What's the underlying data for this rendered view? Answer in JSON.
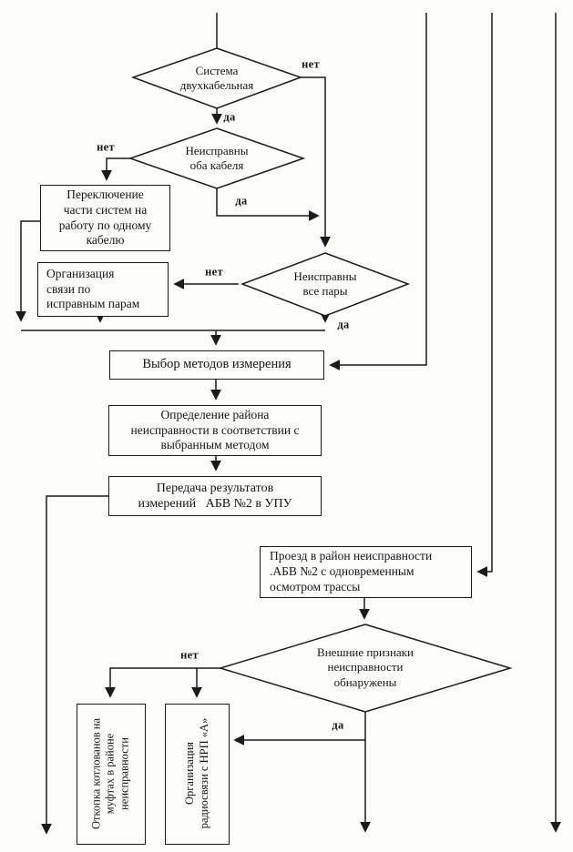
{
  "labels": {
    "yes": "да",
    "no": "нет"
  },
  "nodes": {
    "system_two_cable": {
      "type": "decision",
      "text": "Система\nдвухкабельная"
    },
    "both_cables_faulty": {
      "type": "decision",
      "text": "Неисправны\nоба кабеля"
    },
    "switch_systems": {
      "type": "process",
      "text": "Переключение\nчасти систем на\nработу по одному\nкабелю"
    },
    "organize_comm": {
      "type": "process",
      "text": "Организация\nсвязи по\nисправным парам"
    },
    "all_pairs_faulty": {
      "type": "decision",
      "text": "Неисправны\nвсе пары"
    },
    "choose_method": {
      "type": "process",
      "text": "Выбор методов измерения"
    },
    "locate_area": {
      "type": "process",
      "text": "Определение района\nнеисправности в соответствии с\nвыбранным методом"
    },
    "send_results": {
      "type": "process",
      "text": "Передача результатов\nизмерений   АБВ №2 в УПУ"
    },
    "travel_area": {
      "type": "process",
      "text": "Проезд в район неисправности\n.АБВ №2 с одновременным\nосмотром трассы"
    },
    "external_signs": {
      "type": "decision",
      "text": "Внешние признаки\nнеисправности\nобнаружены"
    },
    "dig_pits": {
      "type": "process",
      "text": "Откопка котлованов на\nмуфтах в районе\nнеисправности"
    },
    "radio_comm": {
      "type": "process",
      "text": "Организация\nрадиосвязи с НРП «А»"
    }
  },
  "edges": [
    {
      "from": "top-entry-1",
      "to": "system_two_cable",
      "label": ""
    },
    {
      "from": "system_two_cable",
      "to": "both_cables_faulty",
      "label": "да"
    },
    {
      "from": "system_two_cable",
      "to": "all_pairs_faulty",
      "label": "нет"
    },
    {
      "from": "both_cables_faulty",
      "to": "switch_systems",
      "label": "нет"
    },
    {
      "from": "both_cables_faulty",
      "to": "all_pairs_faulty",
      "label": "да"
    },
    {
      "from": "all_pairs_faulty",
      "to": "organize_comm",
      "label": "нет"
    },
    {
      "from": "all_pairs_faulty",
      "to": "choose_method",
      "label": "да"
    },
    {
      "from": "switch_systems",
      "to": "choose_method",
      "label": ""
    },
    {
      "from": "organize_comm",
      "to": "choose_method",
      "label": ""
    },
    {
      "from": "top-entry-2",
      "to": "choose_method",
      "label": ""
    },
    {
      "from": "choose_method",
      "to": "locate_area",
      "label": ""
    },
    {
      "from": "locate_area",
      "to": "send_results",
      "label": ""
    },
    {
      "from": "send_results",
      "to": "bottom-left-exit",
      "label": ""
    },
    {
      "from": "top-entry-3",
      "to": "travel_area",
      "label": ""
    },
    {
      "from": "travel_area",
      "to": "external_signs",
      "label": ""
    },
    {
      "from": "external_signs",
      "to": "dig_pits",
      "label": "нет"
    },
    {
      "from": "external_signs",
      "to": "radio_comm",
      "label": "нет"
    },
    {
      "from": "external_signs",
      "to": "bottom-exit",
      "label": "да"
    },
    {
      "from": "top-entry-4",
      "to": "bottom-right-exit",
      "label": ""
    }
  ],
  "colors": {
    "line": "#1b1b1b",
    "paper": "#fcfcfa"
  }
}
